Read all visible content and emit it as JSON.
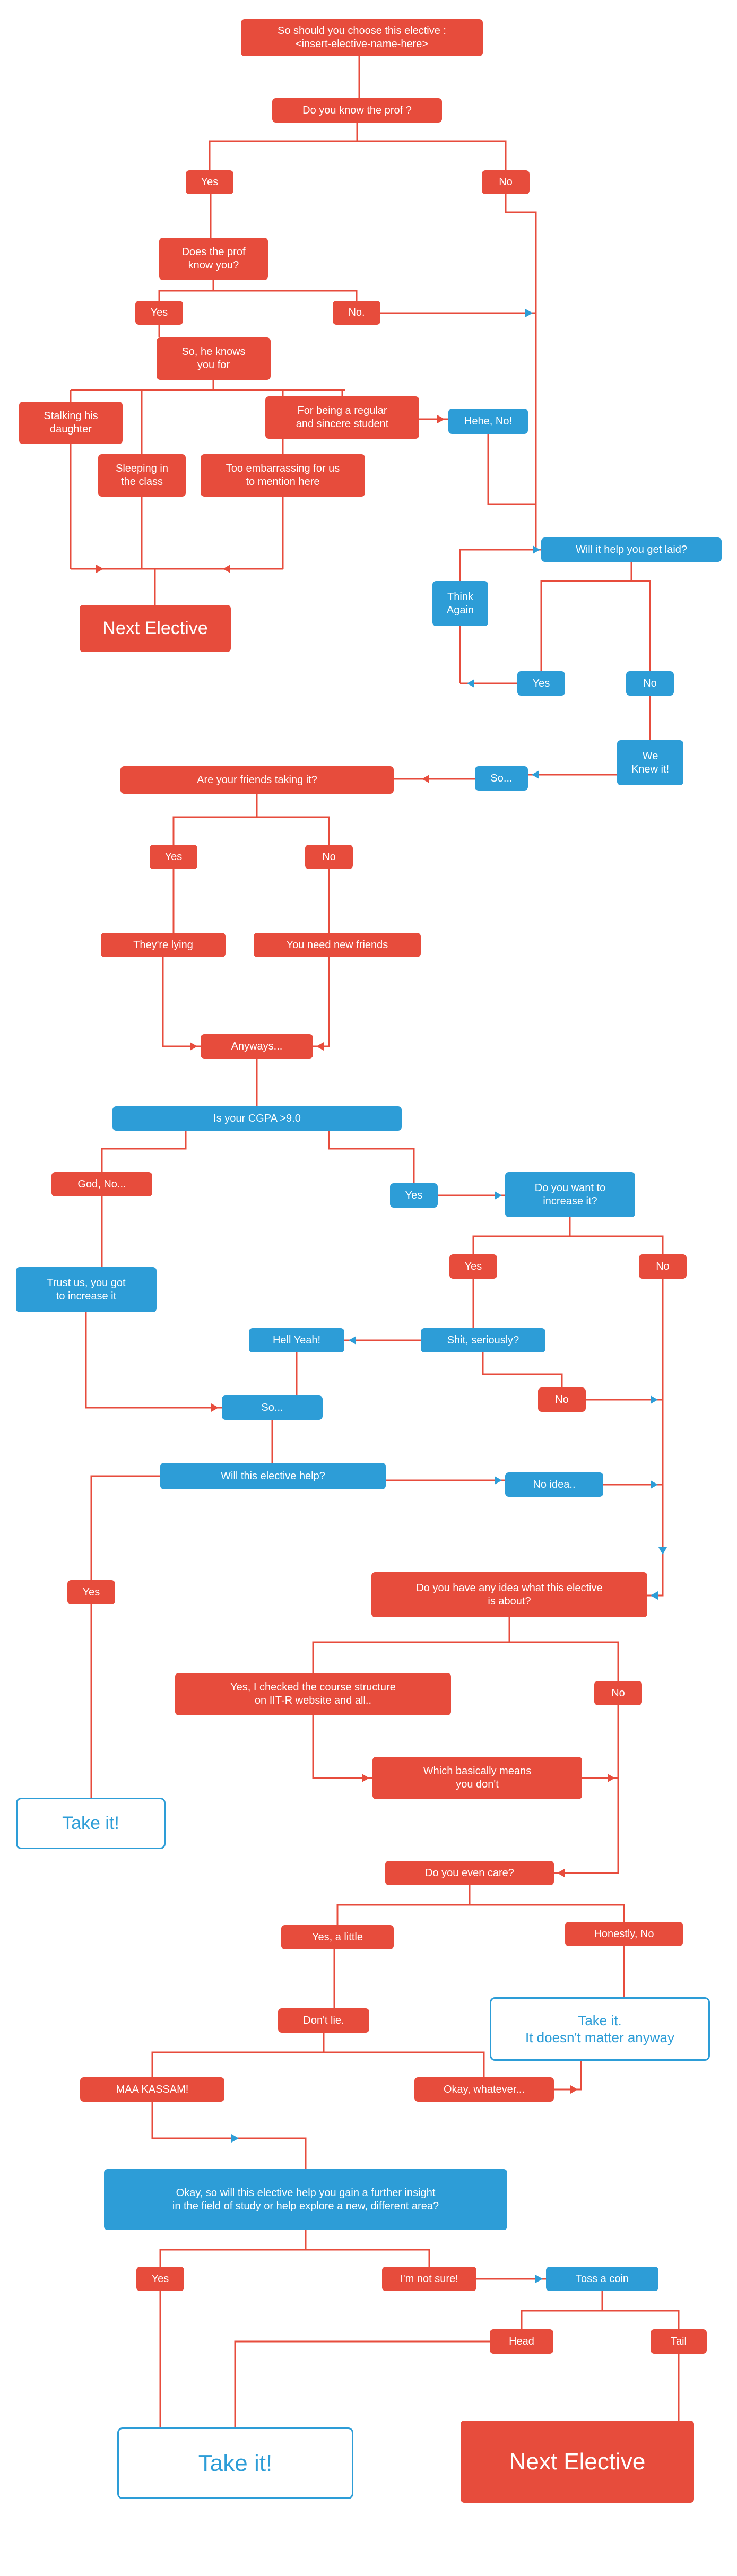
{
  "colors": {
    "node_red": "#e74c3c",
    "node_blue": "#2d9dd7",
    "outline_border": "#2d9dd7",
    "outline_text": "#2d9dd7",
    "connector": "#e74c3c",
    "arrow_blue": "#2d9dd7",
    "arrow_red": "#e74c3c",
    "background": "#ffffff"
  },
  "nodes": [
    {
      "id": "start",
      "label": "So should you choose this elective :\n<insert-elective-name-here>"
    },
    {
      "id": "know-prof",
      "label": "Do you know the prof ?"
    },
    {
      "id": "yes-know",
      "label": "Yes"
    },
    {
      "id": "no-know",
      "label": "No"
    },
    {
      "id": "prof-know-you",
      "label": "Does the prof\nknow you?"
    },
    {
      "id": "yes-prof-knows",
      "label": "Yes"
    },
    {
      "id": "no-prof-knows",
      "label": "No."
    },
    {
      "id": "knows-you-for",
      "label": "So, he knows\nyou for"
    },
    {
      "id": "stalking",
      "label": "Stalking his\ndaughter"
    },
    {
      "id": "regular",
      "label": "For being a regular\nand sincere student"
    },
    {
      "id": "sleeping",
      "label": "Sleeping in\nthe class"
    },
    {
      "id": "embarrassing",
      "label": "Too embarrassing for us\nto mention here"
    },
    {
      "id": "hehe-no",
      "label": "Hehe, No!"
    },
    {
      "id": "laid",
      "label": "Will it help you get laid?"
    },
    {
      "id": "think-again",
      "label": "Think\nAgain"
    },
    {
      "id": "yes-laid",
      "label": "Yes"
    },
    {
      "id": "no-laid",
      "label": "No"
    },
    {
      "id": "we-knew",
      "label": "We\nKnew it!"
    },
    {
      "id": "so-knew",
      "label": "So..."
    },
    {
      "id": "next-elective-1",
      "label": "Next Elective"
    },
    {
      "id": "friends",
      "label": "Are your friends taking it?"
    },
    {
      "id": "friends-yes",
      "label": "Yes"
    },
    {
      "id": "friends-no",
      "label": "No"
    },
    {
      "id": "lying",
      "label": "They're lying"
    },
    {
      "id": "new-friends",
      "label": "You need new friends"
    },
    {
      "id": "anyways",
      "label": "Anyways..."
    },
    {
      "id": "cgpa",
      "label": "Is your CGPA >9.0"
    },
    {
      "id": "god-no",
      "label": "God, No..."
    },
    {
      "id": "cgpa-yes",
      "label": "Yes"
    },
    {
      "id": "increase",
      "label": "Do you want to\nincrease it?"
    },
    {
      "id": "trust-us",
      "label": "Trust us, you got\nto increase it"
    },
    {
      "id": "inc-yes",
      "label": "Yes"
    },
    {
      "id": "inc-no",
      "label": "No"
    },
    {
      "id": "hell-yeah",
      "label": "Hell Yeah!"
    },
    {
      "id": "shit-seriously",
      "label": "Shit, seriously?"
    },
    {
      "id": "shit-no",
      "label": "No"
    },
    {
      "id": "so-2",
      "label": "So..."
    },
    {
      "id": "will-help",
      "label": "Will this elective help?"
    },
    {
      "id": "no-idea",
      "label": "No idea.."
    },
    {
      "id": "will-help-yes",
      "label": "Yes"
    },
    {
      "id": "any-idea",
      "label": "Do you have any idea what this elective\nis about?"
    },
    {
      "id": "checked",
      "label": "Yes, I checked the course structure\non IIT-R website and all.."
    },
    {
      "id": "any-idea-no",
      "label": "No"
    },
    {
      "id": "basically",
      "label": "Which basically means\nyou don't"
    },
    {
      "id": "take-it-1",
      "label": "Take it!"
    },
    {
      "id": "care",
      "label": "Do you even care?"
    },
    {
      "id": "little",
      "label": "Yes, a little"
    },
    {
      "id": "honestly",
      "label": "Honestly, No"
    },
    {
      "id": "dont-lie",
      "label": "Don't lie."
    },
    {
      "id": "take-it-2",
      "label": "Take it.\nIt doesn't matter anyway"
    },
    {
      "id": "maa",
      "label": "MAA KASSAM!"
    },
    {
      "id": "whatever",
      "label": "Okay, whatever..."
    },
    {
      "id": "big-q",
      "label": "Okay, so will this elective help you gain a further insight\nin the field of study or help explore a new,  different area?"
    },
    {
      "id": "yes-final",
      "label": "Yes"
    },
    {
      "id": "not-sure",
      "label": "I'm not sure!"
    },
    {
      "id": "toss",
      "label": "Toss a coin"
    },
    {
      "id": "head",
      "label": "Head"
    },
    {
      "id": "tail",
      "label": "Tail"
    },
    {
      "id": "take-it-big",
      "label": "Take it!"
    },
    {
      "id": "next-elective-2",
      "label": "Next Elective"
    }
  ],
  "edges": [
    [
      "start",
      "know-prof"
    ],
    [
      "know-prof",
      "yes-know"
    ],
    [
      "know-prof",
      "no-know"
    ],
    [
      "yes-know",
      "prof-know-you"
    ],
    [
      "prof-know-you",
      "yes-prof-knows"
    ],
    [
      "prof-know-you",
      "no-prof-knows"
    ],
    [
      "yes-prof-knows",
      "knows-you-for"
    ],
    [
      "knows-you-for",
      "stalking"
    ],
    [
      "knows-you-for",
      "sleeping"
    ],
    [
      "knows-you-for",
      "embarrassing"
    ],
    [
      "knows-you-for",
      "regular"
    ],
    [
      "regular",
      "hehe-no"
    ],
    [
      "stalking",
      "next-elective-1"
    ],
    [
      "sleeping",
      "next-elective-1"
    ],
    [
      "embarrassing",
      "next-elective-1"
    ],
    [
      "no-know",
      "laid"
    ],
    [
      "no-prof-knows",
      "laid"
    ],
    [
      "hehe-no",
      "laid"
    ],
    [
      "laid",
      "yes-laid"
    ],
    [
      "laid",
      "no-laid"
    ],
    [
      "yes-laid",
      "think-again"
    ],
    [
      "think-again",
      "laid"
    ],
    [
      "no-laid",
      "we-knew"
    ],
    [
      "we-knew",
      "so-knew"
    ],
    [
      "so-knew",
      "friends"
    ],
    [
      "friends",
      "friends-yes"
    ],
    [
      "friends",
      "friends-no"
    ],
    [
      "friends-yes",
      "lying"
    ],
    [
      "friends-no",
      "new-friends"
    ],
    [
      "lying",
      "anyways"
    ],
    [
      "new-friends",
      "anyways"
    ],
    [
      "anyways",
      "cgpa"
    ],
    [
      "cgpa",
      "god-no"
    ],
    [
      "cgpa",
      "cgpa-yes"
    ],
    [
      "cgpa-yes",
      "increase"
    ],
    [
      "god-no",
      "trust-us"
    ],
    [
      "increase",
      "inc-yes"
    ],
    [
      "increase",
      "inc-no"
    ],
    [
      "inc-yes",
      "shit-seriously"
    ],
    [
      "shit-seriously",
      "hell-yeah"
    ],
    [
      "shit-seriously",
      "shit-no"
    ],
    [
      "hell-yeah",
      "so-2"
    ],
    [
      "trust-us",
      "so-2"
    ],
    [
      "so-2",
      "will-help"
    ],
    [
      "will-help",
      "will-help-yes"
    ],
    [
      "will-help",
      "no-idea"
    ],
    [
      "shit-no",
      "any-idea"
    ],
    [
      "inc-no",
      "any-idea"
    ],
    [
      "no-idea",
      "any-idea"
    ],
    [
      "will-help-yes",
      "take-it-1"
    ],
    [
      "any-idea",
      "checked"
    ],
    [
      "any-idea",
      "any-idea-no"
    ],
    [
      "checked",
      "basically"
    ],
    [
      "basically",
      "care"
    ],
    [
      "any-idea-no",
      "care"
    ],
    [
      "care",
      "little"
    ],
    [
      "care",
      "honestly"
    ],
    [
      "little",
      "dont-lie"
    ],
    [
      "honestly",
      "take-it-2"
    ],
    [
      "dont-lie",
      "maa"
    ],
    [
      "dont-lie",
      "whatever"
    ],
    [
      "whatever",
      "take-it-2"
    ],
    [
      "maa",
      "big-q"
    ],
    [
      "big-q",
      "yes-final"
    ],
    [
      "big-q",
      "not-sure"
    ],
    [
      "yes-final",
      "take-it-big"
    ],
    [
      "not-sure",
      "toss"
    ],
    [
      "toss",
      "head"
    ],
    [
      "toss",
      "tail"
    ],
    [
      "head",
      "take-it-big"
    ],
    [
      "tail",
      "next-elective-2"
    ]
  ]
}
